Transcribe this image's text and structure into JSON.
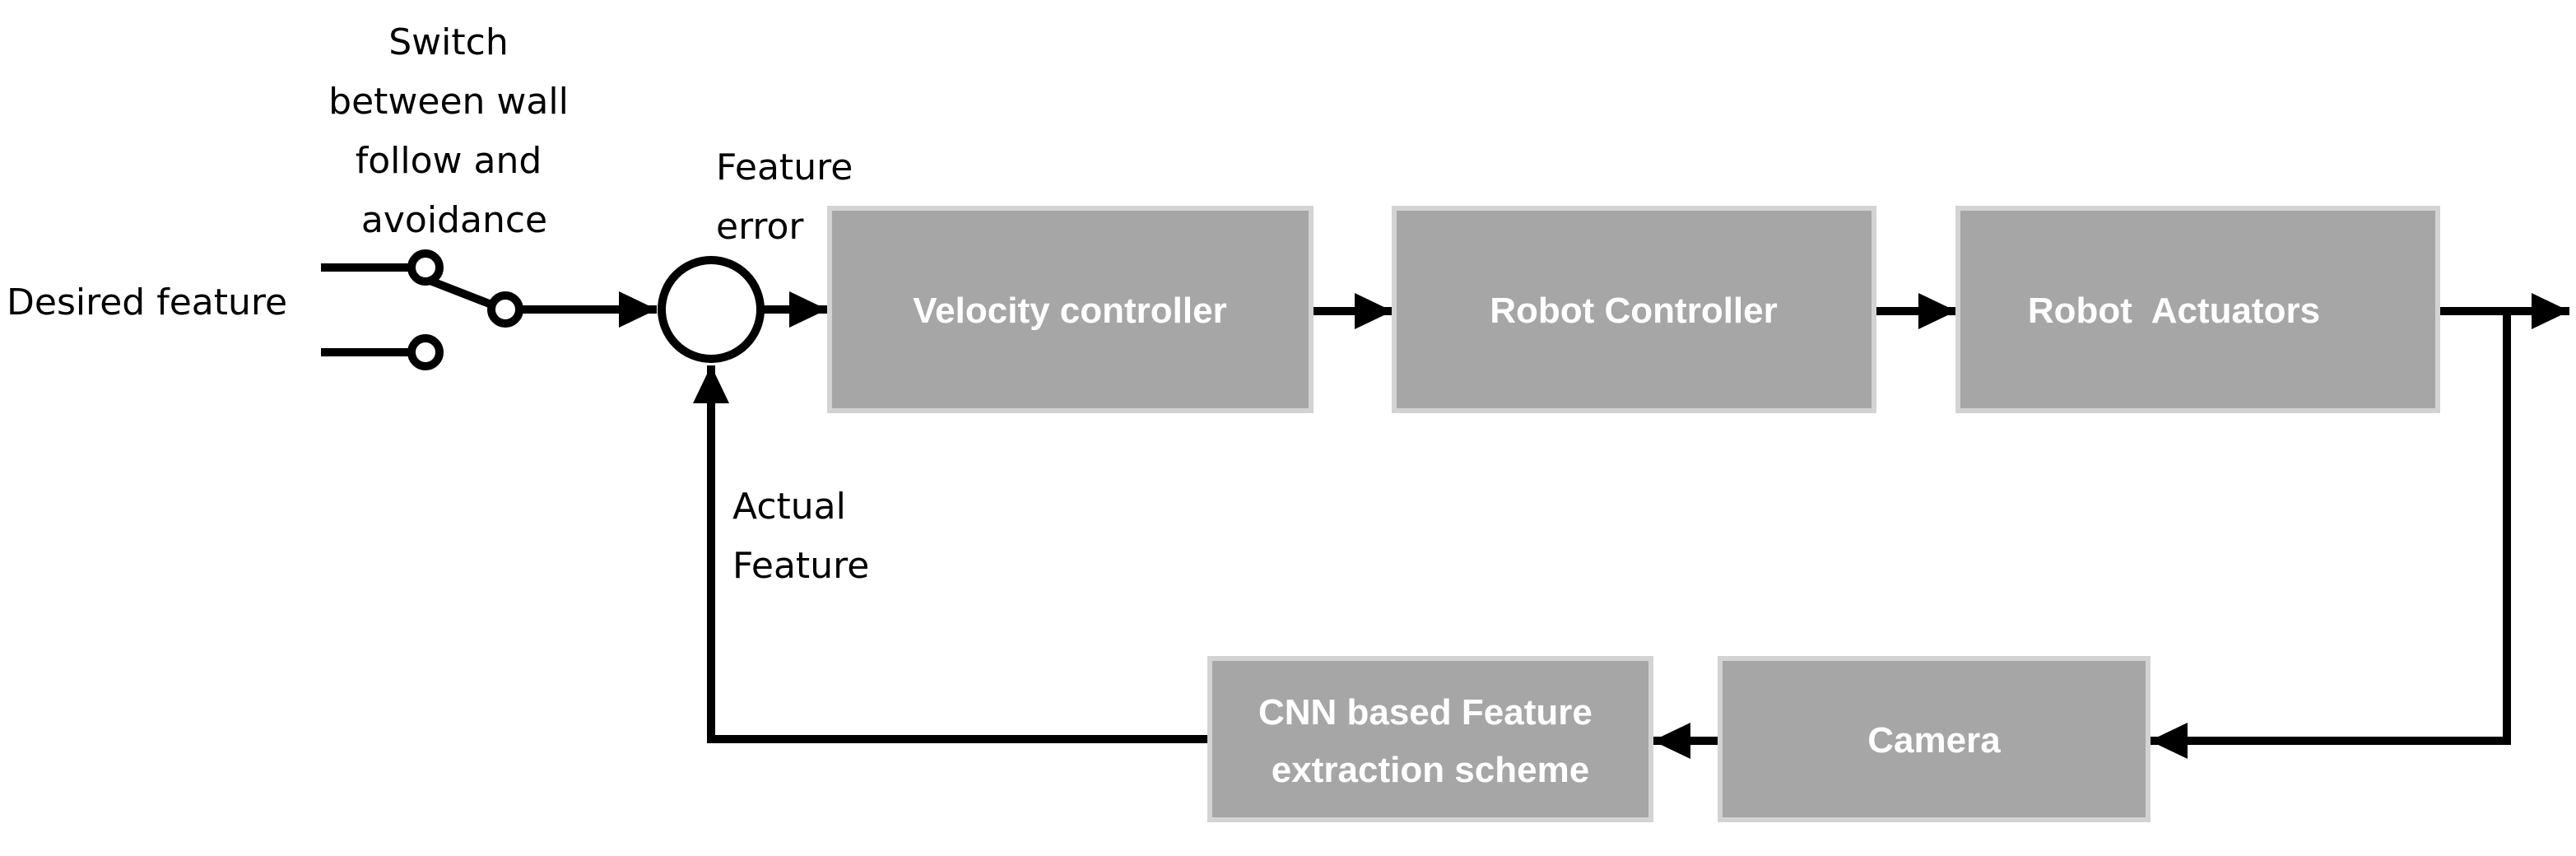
{
  "colors": {
    "block_fill": "#a6a6a6",
    "block_border": "#d3d3d3",
    "block_text": "#ffffff",
    "line": "#000000",
    "background": "#ffffff"
  },
  "labels": {
    "desired_feature": "Desired feature",
    "switch": [
      "Switch",
      "between wall",
      "follow and",
      "avoidance"
    ],
    "feature_error": [
      "Feature",
      "error"
    ],
    "actual_feature": [
      "Actual",
      "Feature"
    ]
  },
  "blocks": {
    "velocity_controller": [
      "Velocity controller"
    ],
    "robot_controller": [
      "Robot Controller"
    ],
    "robot_actuators": [
      "Robot  Actuators"
    ],
    "camera": [
      "Camera"
    ],
    "cnn_feature_extraction": [
      "CNN based Feature",
      "extraction scheme"
    ]
  }
}
